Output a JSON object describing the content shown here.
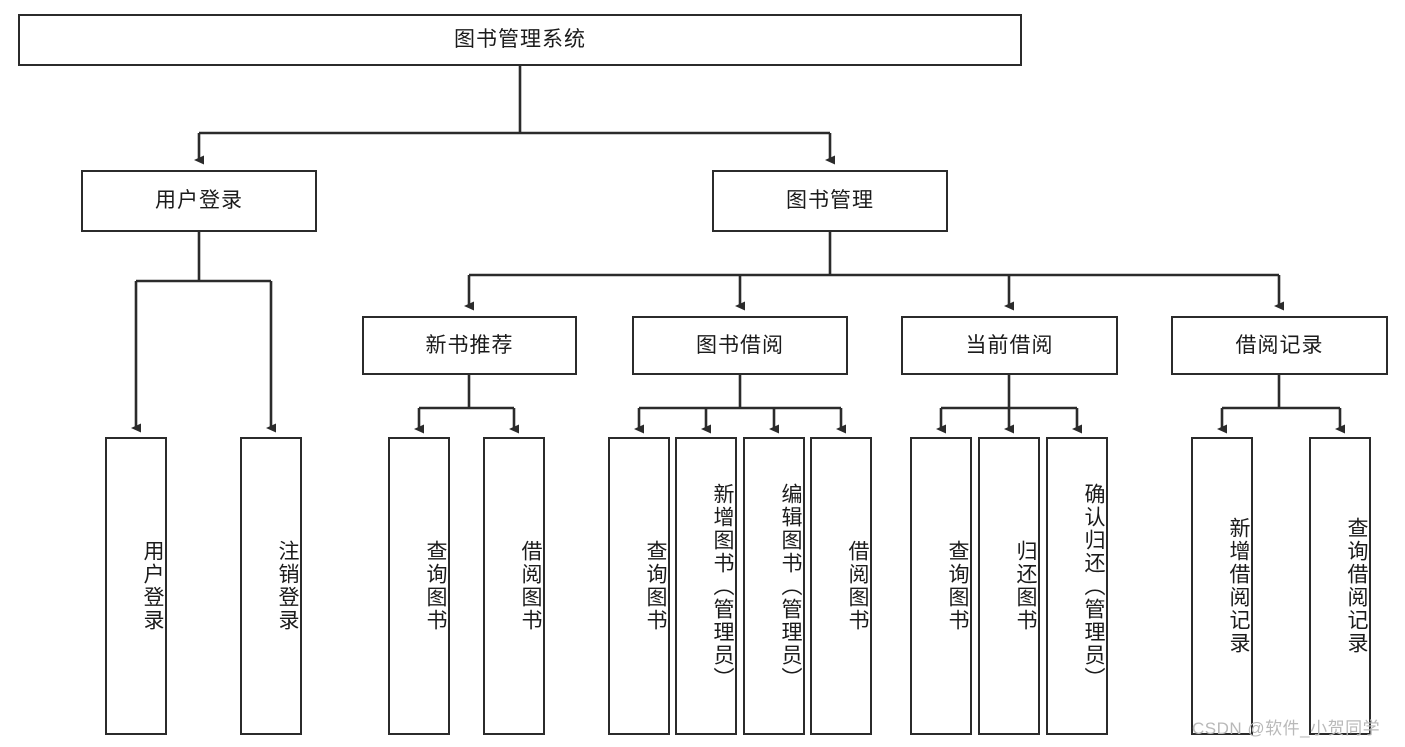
{
  "diagram": {
    "title_node": {
      "label": "图书管理系统"
    },
    "level2": [
      {
        "id": "user-login",
        "label": "用户登录"
      },
      {
        "id": "book-management",
        "label": "图书管理"
      }
    ],
    "level3": [
      {
        "id": "new-book-recommend",
        "label": "新书推荐"
      },
      {
        "id": "book-borrow",
        "label": "图书借阅"
      },
      {
        "id": "current-borrow",
        "label": "当前借阅"
      },
      {
        "id": "borrow-record",
        "label": "借阅记录"
      }
    ],
    "leaves": [
      {
        "id": "user-login-leaf",
        "label": "用户登录"
      },
      {
        "id": "logout-leaf",
        "label": "注销登录"
      },
      {
        "id": "query-book-1",
        "label": "查询图书"
      },
      {
        "id": "borrow-book-1",
        "label": "借阅图书"
      },
      {
        "id": "query-book-2",
        "label": "查询图书"
      },
      {
        "id": "add-book-admin",
        "label": "新增图书（管理员）"
      },
      {
        "id": "edit-book-admin",
        "label": "编辑图书（管理员）"
      },
      {
        "id": "borrow-book-2",
        "label": "借阅图书"
      },
      {
        "id": "query-book-3",
        "label": "查询图书"
      },
      {
        "id": "return-book",
        "label": "归还图书"
      },
      {
        "id": "confirm-return-admin",
        "label": "确认归还（管理员）"
      },
      {
        "id": "add-borrow-record",
        "label": "新增借阅记录"
      },
      {
        "id": "query-borrow-record",
        "label": "查询借阅记录"
      }
    ]
  },
  "watermark": {
    "text": "CSDN @软件_小贺同学"
  },
  "colors": {
    "border": "#2b2b2b",
    "background": "#ffffff",
    "text": "#1b1b1b",
    "watermark": "#b9b9b9"
  }
}
